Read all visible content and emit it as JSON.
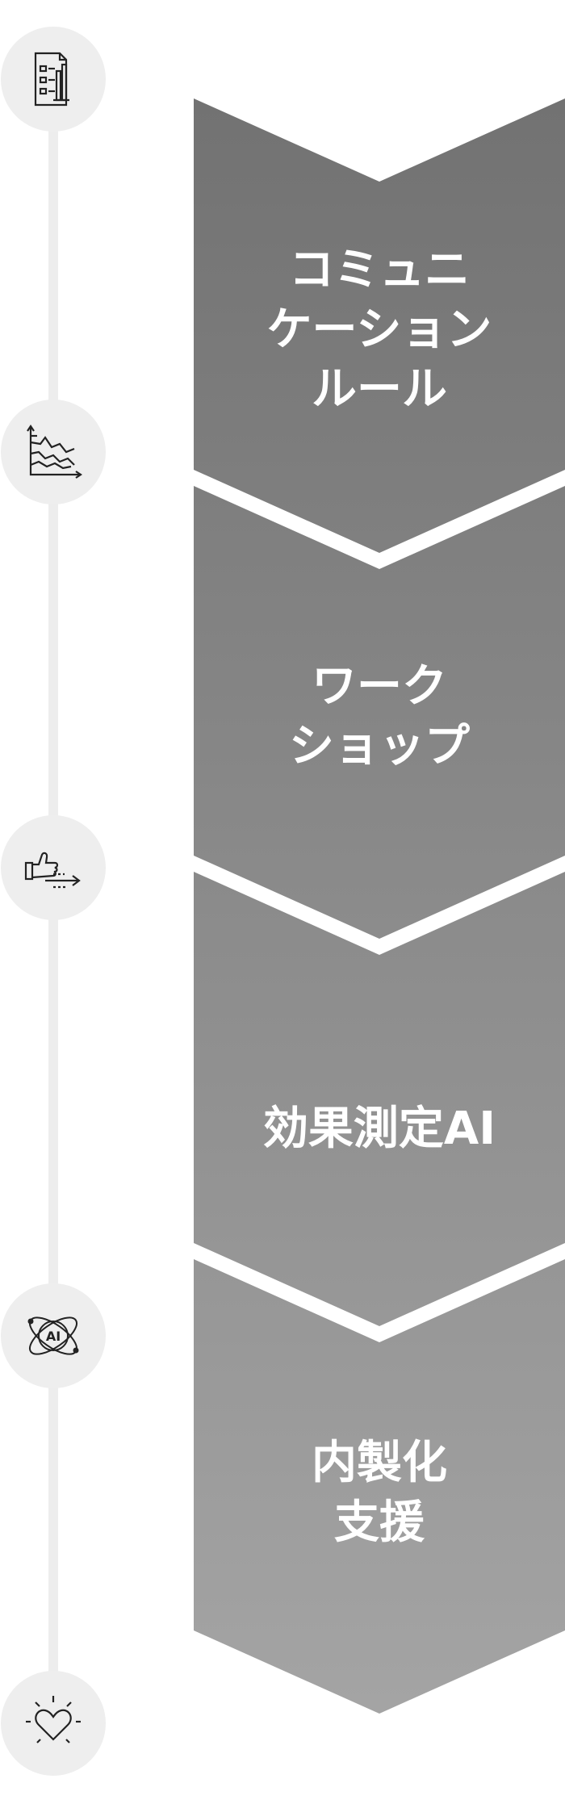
{
  "steps": [
    {
      "label": "コミュニ\nケーション\nルール",
      "icon": "document-chart-icon"
    },
    {
      "label": "ワーク\nショップ",
      "icon": "line-chart-icon"
    },
    {
      "label": "効果測定AI",
      "icon": "thumbs-up-arrow-icon"
    },
    {
      "label": "内製化\n支援",
      "icon": "ai-atom-icon"
    }
  ],
  "final_icon": "heart-sparkle-icon",
  "colors": {
    "chevron_top": "#727272",
    "chevron_bottom": "#a4a4a4",
    "text": "#ffffff",
    "circle": "#eeeeee",
    "line": "#ededed",
    "icon_stroke": "#222222"
  }
}
